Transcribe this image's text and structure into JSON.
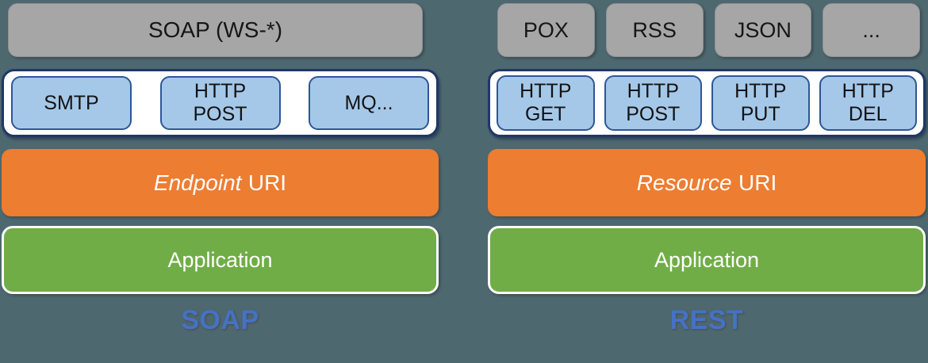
{
  "left_stack": {
    "protocol_box": "SOAP (WS-*)",
    "transports": [
      {
        "l1": "SMTP"
      },
      {
        "l1": "HTTP",
        "l2": "POST"
      },
      {
        "l1": "MQ..."
      }
    ],
    "uri_italic": "Endpoint",
    "uri_suffix": "URI",
    "application": "Application",
    "label": "SOAP"
  },
  "right_stack": {
    "format_boxes": [
      "POX",
      "RSS",
      "JSON",
      "..."
    ],
    "verbs": [
      {
        "l1": "HTTP",
        "l2": "GET"
      },
      {
        "l1": "HTTP",
        "l2": "POST"
      },
      {
        "l1": "HTTP",
        "l2": "PUT"
      },
      {
        "l1": "HTTP",
        "l2": "DEL"
      }
    ],
    "uri_italic": "Resource",
    "uri_suffix": "URI",
    "application": "Application",
    "label": "REST"
  },
  "colors": {
    "background": "#4E6870",
    "gray_box": "#A6A6A6",
    "blue_box_fill": "#A5C8E9",
    "blue_box_border": "#2E5696",
    "container_border": "#1F3864",
    "orange_box": "#ED7D31",
    "green_box": "#70AD47",
    "label_text": "#4472C4"
  }
}
